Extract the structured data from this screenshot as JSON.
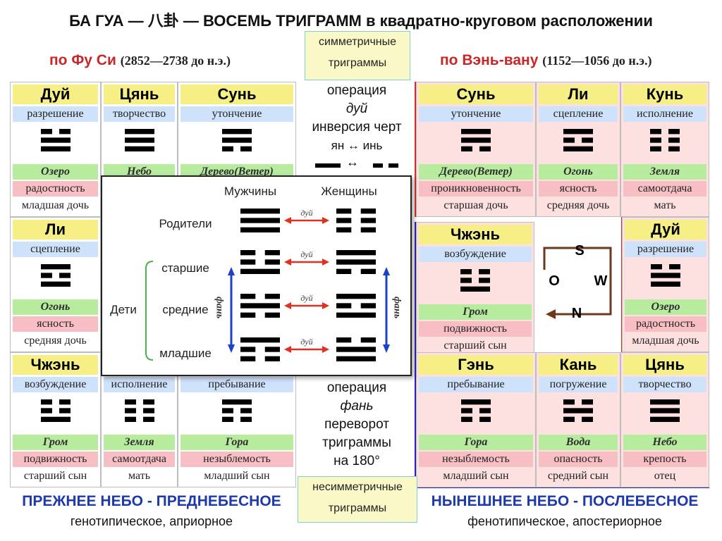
{
  "title": "БА ГУА — 八卦 — ВОСЕМЬ ТРИГРАММ в квадратно-круговом расположении",
  "left_header": {
    "name": "по Фу Си",
    "years": "(2852—2738 до н.э.)"
  },
  "right_header": {
    "name": "по Вэнь-вану",
    "years": "(1152—1056 до н.э.)"
  },
  "center": {
    "symmetric_box": [
      "симметричные",
      "триграммы"
    ],
    "op_dui": [
      "операция",
      "дуй",
      "инверсия черт",
      "ян ↔ инь",
      "↔"
    ],
    "op_fan": [
      "операция",
      "фань",
      "переворот",
      "триграммы",
      "на 180°"
    ],
    "asymmetric_box": [
      "несимметричные",
      "триграммы"
    ]
  },
  "trigrams": {
    "dui": {
      "name": "Дуй",
      "attr": "разрешение",
      "image": "Озеро",
      "quality": "радостность",
      "family": "младшая дочь"
    },
    "qian": {
      "name": "Цянь",
      "attr": "творчество",
      "image": "Небо",
      "quality": "крепость",
      "family": "отец"
    },
    "xun": {
      "name": "Сунь",
      "attr": "утончение",
      "image": "Дерево(Ветер)",
      "quality": "проникновенность",
      "family": "старшая дочь"
    },
    "li": {
      "name": "Ли",
      "attr": "сцепление",
      "image": "Огонь",
      "quality": "ясность",
      "family": "средняя дочь"
    },
    "kun": {
      "name": "Кунь",
      "attr": "исполнение",
      "image": "Земля",
      "quality": "самоотдача",
      "family": "мать"
    },
    "zhen": {
      "name": "Чжэнь",
      "attr": "возбуждение",
      "image": "Гром",
      "quality": "подвижность",
      "family": "старший сын"
    },
    "gen": {
      "name": "Гэнь",
      "attr": "пребывание",
      "image": "Гора",
      "quality": "незыблемость",
      "family": "младший сын"
    },
    "kan": {
      "name": "Кань",
      "attr": "погружение",
      "image": "Вода",
      "quality": "опасность",
      "family": "средний сын"
    }
  },
  "overlay": {
    "col_men": "Мужчины",
    "col_women": "Женщины",
    "row_parents": "Родители",
    "group_children": "Дети",
    "row_elder": "старшие",
    "row_middle": "средние",
    "row_younger": "младшие",
    "dui_label": "дуй",
    "fan_label": "фань"
  },
  "compass": {
    "south": "S",
    "west": "W",
    "east": "O",
    "north": "N"
  },
  "bottom_left": {
    "heading": "ПРЕЖНЕЕ НЕБО - ПРЕДНЕБЕСНОЕ",
    "sub": "генотипическое, априорное"
  },
  "bottom_right": {
    "heading": "НЫНЕШНЕЕ НЕБО - ПОСЛЕБЕСНОЕ",
    "sub": "фенотипическое, апостериорное"
  },
  "colors": {
    "title_red": "#c62828",
    "heaven_blue": "#1e3aa8",
    "name_yellow": "#f6ef86",
    "attr_blue": "#cfe2fb",
    "image_green": "#b7ec9f",
    "quality_pink": "#f7bec4",
    "red_frame": "#d32f2f",
    "blue_frame": "#2424b8"
  }
}
